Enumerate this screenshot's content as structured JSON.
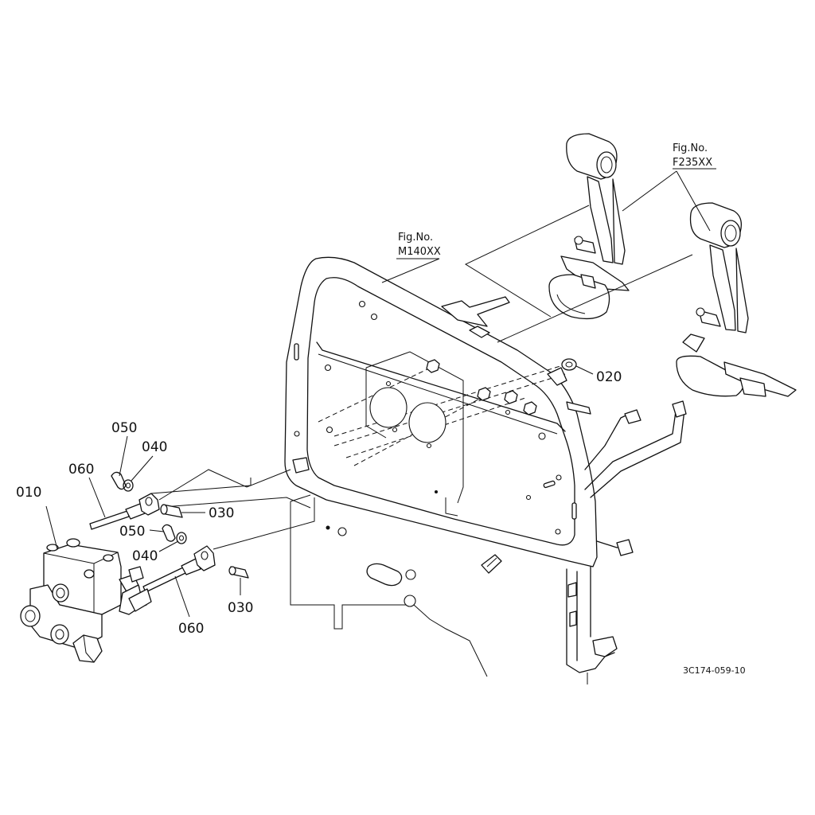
{
  "diagram": {
    "drawing_number": "3C174-059-10",
    "figure_refs": [
      {
        "line1": "Fig.No.",
        "line2": "M140XX"
      },
      {
        "line1": "Fig.No.",
        "line2": "F235XX"
      }
    ],
    "callouts": {
      "c010": "010",
      "c020": "020",
      "c030a": "030",
      "c030b": "030",
      "c040a": "040",
      "c040b": "040",
      "c050a": "050",
      "c050b": "050",
      "c060a": "060",
      "c060b": "060"
    },
    "parts": [
      {
        "number": "010",
        "icon": "master-cylinder-icon"
      },
      {
        "number": "020",
        "icon": "nut-icon"
      },
      {
        "number": "030",
        "icon": "pin-icon"
      },
      {
        "number": "040",
        "icon": "washer-icon"
      },
      {
        "number": "050",
        "icon": "clip-icon"
      },
      {
        "number": "060",
        "icon": "push-rod-clevis-icon"
      }
    ]
  }
}
